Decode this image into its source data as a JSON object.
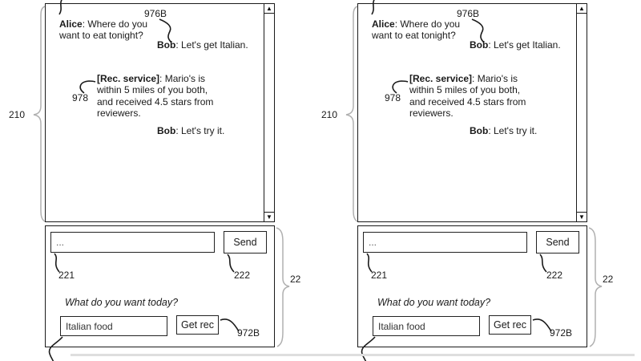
{
  "panel": {
    "refs": {
      "window": "210",
      "composer_area": "22",
      "message_input": "221",
      "send_button": "222",
      "bob_message": "976B",
      "rec_message": "978",
      "get_rec_button": "972B"
    },
    "chat": {
      "alice": {
        "speaker": "Alice",
        "rest": ": Where do you want to eat tonight?"
      },
      "bob1": {
        "speaker": "Bob",
        "rest": ": Let's get Italian."
      },
      "rec": {
        "speaker": "[Rec. service]",
        "rest": ": Mario's is within 5 miles of you both, and received 4.5 stars from reviewers."
      },
      "bob2": {
        "speaker": "Bob",
        "rest": ": Let's try it."
      }
    },
    "composer": {
      "message_placeholder": "...",
      "send_label": "Send",
      "prompt": "What do you want today?",
      "food_value": "Italian food",
      "get_rec_label": "Get rec"
    },
    "icons": {
      "scroll_up": "▲",
      "scroll_down": "▼"
    },
    "colors": {
      "ink": "#1a1a1a",
      "brace": "#b0b0b0"
    }
  }
}
